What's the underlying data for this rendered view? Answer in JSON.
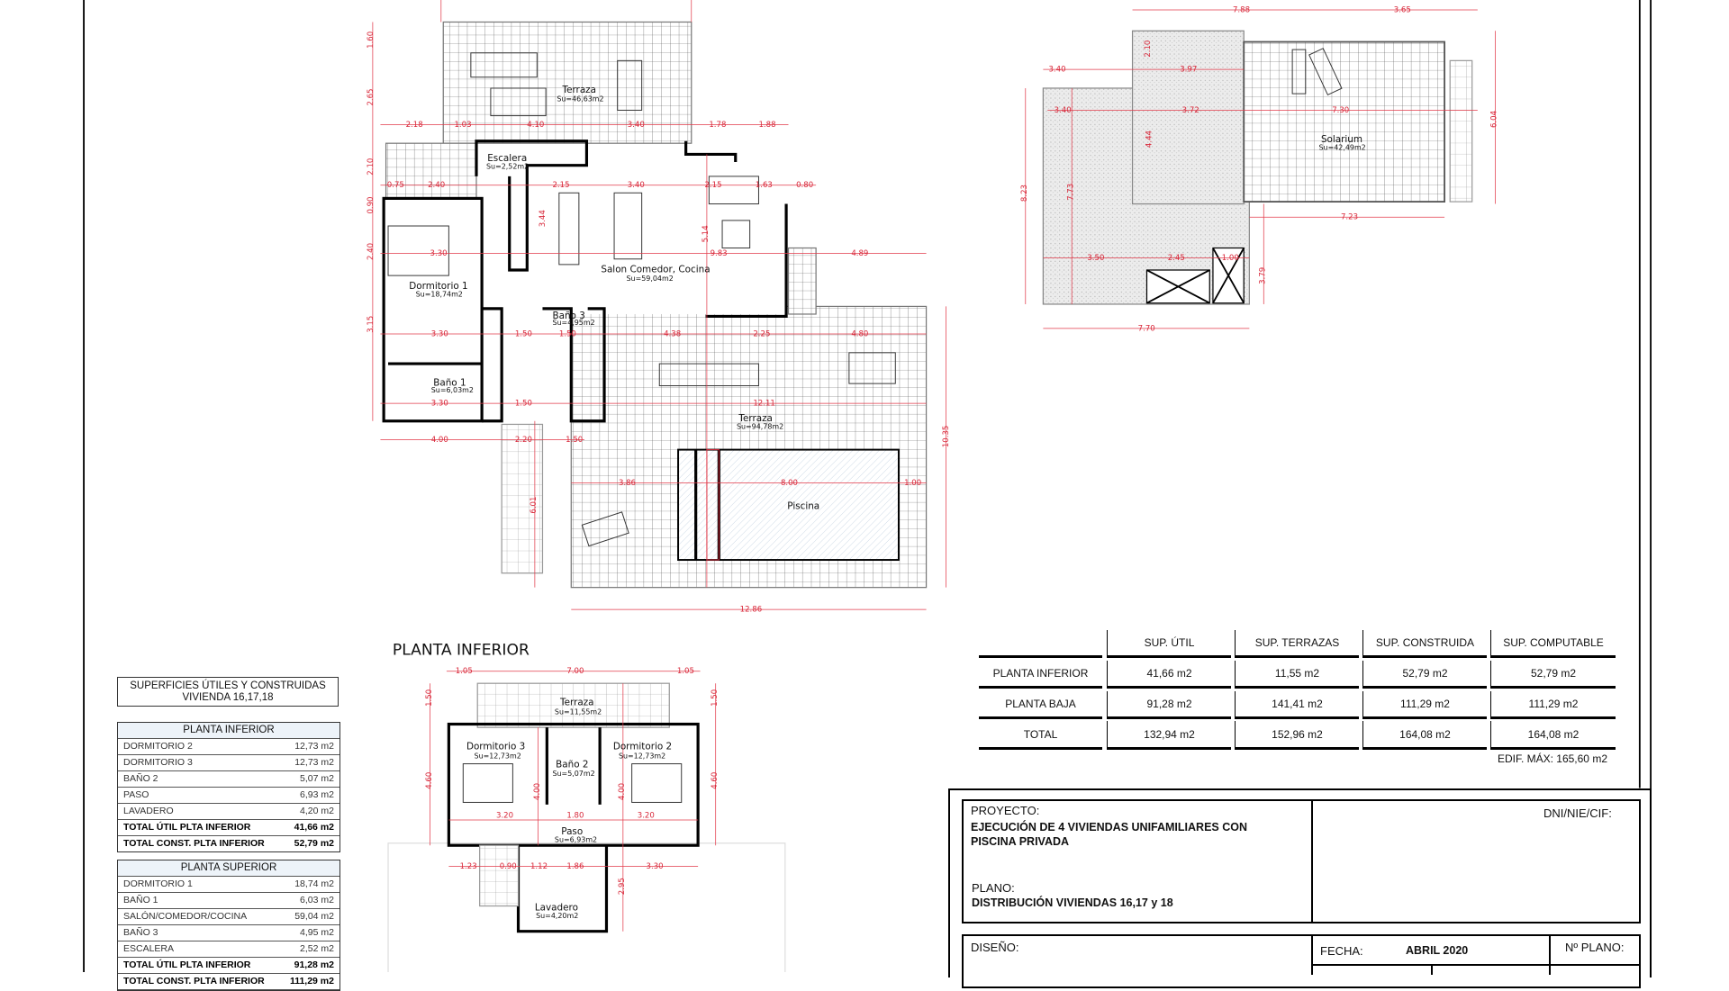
{
  "main_plan": {
    "rooms": [
      {
        "name": "Terraza",
        "area": "Su=46,63m2"
      },
      {
        "name": "Escalera",
        "area": "Su=2,52m2"
      },
      {
        "name": "Salon  Comedor,  Cocina",
        "area": "Su=59,04m2"
      },
      {
        "name": "Dormitorio  1",
        "area": "Su=18,74m2"
      },
      {
        "name": "Baño  1",
        "area": "Su=6,03m2"
      },
      {
        "name": "Baño  3",
        "area": "Su=4,95m2"
      },
      {
        "name": "Terraza",
        "area": "Su=94,78m2"
      },
      {
        "name": "Piscina",
        "area": ""
      }
    ],
    "dims": [
      "1.60",
      "2.65",
      "2.10",
      "0.90",
      "2.40",
      "3.15",
      "10.35",
      "2.18",
      "1.03",
      "4.10",
      "3.40",
      "1.78",
      "1.88",
      "0.75",
      "2.40",
      "2.15",
      "3.40",
      "2.15",
      "1.63",
      "0.80",
      "3.30",
      "9.83",
      "4.89",
      "3.44",
      "5.14",
      "3.30",
      "1.50",
      "1.50",
      "4.38",
      "2.25",
      "4.80",
      "3.30",
      "1.50",
      "12.11",
      "4.00",
      "2.20",
      "1.50",
      "3.86",
      "8.00",
      "1.00",
      "12.86",
      "6.01"
    ]
  },
  "lower_plan": {
    "title": "PLANTA INFERIOR",
    "rooms": [
      {
        "name": "Terraza",
        "area": "Su=11,55m2"
      },
      {
        "name": "Dormitorio  3",
        "area": "Su=12,73m2"
      },
      {
        "name": "Dormitorio  2",
        "area": "Su=12,73m2"
      },
      {
        "name": "Baño  2",
        "area": "Su=5,07m2"
      },
      {
        "name": "Paso",
        "area": "Su=6,93m2"
      },
      {
        "name": "Lavadero",
        "area": "Su=4,20m2"
      }
    ],
    "dims": [
      "1.05",
      "7.00",
      "1.05",
      "1.50",
      "1.50",
      "4.60",
      "4.60",
      "4.00",
      "4.00",
      "3.20",
      "1.80",
      "3.20",
      "1.23",
      "0.90",
      "1.12",
      "1.86",
      "3.30",
      "2.95"
    ]
  },
  "roof_plan": {
    "rooms": [
      {
        "name": "Solarium",
        "area": "Su=42,49m2"
      }
    ],
    "dims": [
      "7.88",
      "3.65",
      "3.40",
      "3.97",
      "3.40",
      "3.72",
      "7.30",
      "7.23",
      "3.50",
      "2.45",
      "1.00",
      "7.70",
      "8.23",
      "2.10",
      "4.44",
      "7.73",
      "6.04",
      "3.79"
    ]
  },
  "surfaces_table": {
    "title_line1": "SUPERFICIES  ÚTILES  Y  CONSTRUIDAS",
    "title_line2": "VIVIENDA  16,17,18",
    "planta_inferior": {
      "header": "PLANTA  INFERIOR",
      "rows": [
        {
          "label": "DORMITORIO  2",
          "value": "12,73  m2"
        },
        {
          "label": "DORMITORIO  3",
          "value": "12,73  m2"
        },
        {
          "label": "BAÑO  2",
          "value": "5,07  m2"
        },
        {
          "label": "PASO",
          "value": "6,93  m2"
        },
        {
          "label": "LAVADERO",
          "value": "4,20  m2"
        },
        {
          "label": "TOTAL  ÚTIL  PLTA  INFERIOR",
          "value": "41,66  m2"
        },
        {
          "label": "TOTAL  CONST.  PLTA  INFERIOR",
          "value": "52,79  m2"
        }
      ]
    },
    "planta_superior": {
      "header": "PLANTA  SUPERIOR",
      "rows": [
        {
          "label": "DORMITORIO  1",
          "value": "18,74  m2"
        },
        {
          "label": "BAÑO  1",
          "value": "6,03  m2"
        },
        {
          "label": "SALÓN/COMEDOR/COCINA",
          "value": "59,04  m2"
        },
        {
          "label": "BAÑO  3",
          "value": "4,95  m2"
        },
        {
          "label": "ESCALERA",
          "value": "2,52  m2"
        },
        {
          "label": "TOTAL  ÚTIL  PLTA  INFERIOR",
          "value": "91,28  m2"
        },
        {
          "label": "TOTAL  CONST.  PLTA  INFERIOR",
          "value": "111,29  m2"
        }
      ]
    }
  },
  "summary_table": {
    "headers": [
      "",
      "SUP. ÚTIL",
      "SUP. TERRAZAS",
      "SUP. CONSTRUIDA",
      "SUP. COMPUTABLE"
    ],
    "rows": [
      [
        "PLANTA INFERIOR",
        "41,66 m2",
        "11,55 m2",
        "52,79 m2",
        "52,79 m2"
      ],
      [
        "PLANTA BAJA",
        "91,28 m2",
        "141,41 m2",
        "111,29 m2",
        "111,29 m2"
      ],
      [
        "TOTAL",
        "132,94 m2",
        "152,96 m2",
        "164,08 m2",
        "164,08 m2"
      ]
    ],
    "note": "EDIF. MÁX: 165,60 m2"
  },
  "title_block": {
    "proyecto_label": "PROYECTO:",
    "proyecto_line1": "EJECUCIÓN DE 4 VIVIENDAS UNIFAMILIARES CON",
    "proyecto_line2": "PISCINA PRIVADA",
    "plano_label": "PLANO:",
    "plano_value": "DISTRIBUCIÓN VIVIENDAS 16,17 y 18",
    "dni_label": "DNI/NIE/CIF:",
    "diseno_label": "DISEÑO:",
    "fecha_label": "FECHA:",
    "fecha_value": "ABRIL 2020",
    "plano_num_label": "Nº PLANO:"
  },
  "colors": {
    "dimension": "#d8283a",
    "walls": "#000000",
    "table_header": "#edf3f9"
  }
}
